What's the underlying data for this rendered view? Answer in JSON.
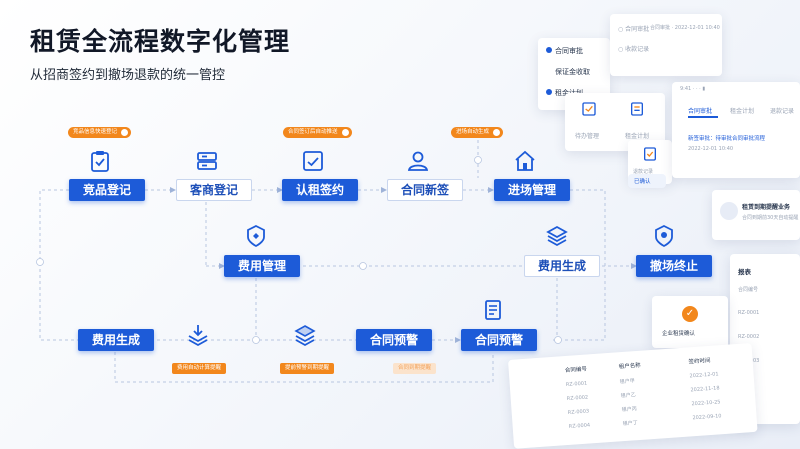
{
  "header": {
    "title": "租赁全流程数字化管理",
    "subtitle": "从招商签约到撤场退款的统一管控"
  },
  "nodes": {
    "jingpin": "竞品登记",
    "kehu": "客商登记",
    "renzu": "认租签约",
    "xinqian": "合同新签",
    "jinchang": "进场管理",
    "feiyong_guanli": "费用管理",
    "feiyong_shengcheng_r": "费用生成",
    "chechang": "撤场终止",
    "feiyong_shengcheng_l": "费用生成",
    "yujing1": "合同预警",
    "yujing2": "合同预警"
  },
  "tags": {
    "t1": "竞品信息快速登记",
    "t2": "合同签订后自动推送",
    "t3": "进场自动生成",
    "b1": "费用自动计算提醒",
    "b2": "提前预警到期提醒",
    "b3": "合同到期提醒"
  },
  "panels": {
    "menu": {
      "items": [
        "合同审批",
        "保证金收取",
        "租金计划"
      ]
    },
    "approval": {
      "items": [
        "合同审批",
        "收款记录"
      ],
      "subtitle": "合同审批 · 2022-12-01 10:40"
    },
    "mini": {
      "items": [
        "待办管理",
        "租金计划",
        "退款记录"
      ]
    },
    "detail": {
      "tabs": [
        "合同审批",
        "租金计划",
        "退款记录"
      ],
      "line1": "新签审批：待审批合同审批流程",
      "line2": "2022-12-01 10:40"
    },
    "expire": {
      "label": "租赁到期提醒业务",
      "sub": "合同到期前30天自动提醒"
    },
    "table": {
      "title": "报表",
      "headers": [
        "合同编号",
        "租户名称",
        "签约时间"
      ],
      "rows": [
        [
          "RZ-0001",
          "租户甲",
          "2022-12-01"
        ],
        [
          "RZ-0002",
          "租户乙",
          "2022-11-18"
        ],
        [
          "RZ-0003",
          "租户丙",
          "2022-10-25"
        ],
        [
          "RZ-0004",
          "租户丁",
          "2022-09-10"
        ]
      ]
    },
    "cert": {
      "label": "企业租赁确认"
    },
    "small_badge": "已确认"
  }
}
